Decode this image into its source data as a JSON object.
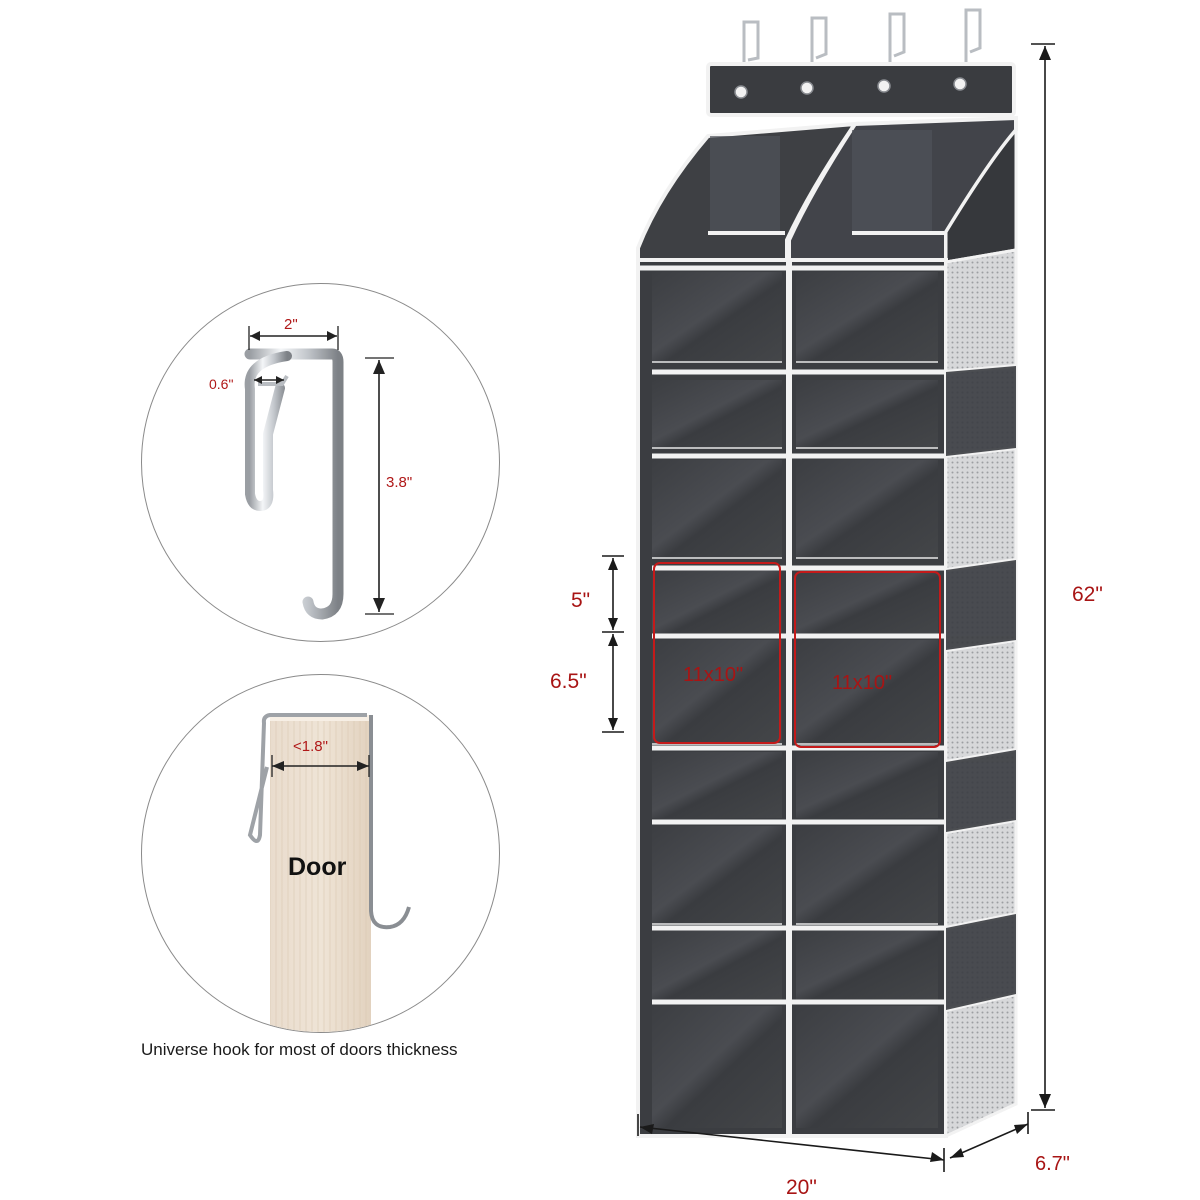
{
  "hook_detail": {
    "width_label": "2\"",
    "gap_label": "0.6\"",
    "height_label": "3.8\""
  },
  "door_detail": {
    "thickness_label": "<1.8\"",
    "door_label": "Door"
  },
  "caption": "Universe hook for most of doors thickness",
  "organizer": {
    "height_label": "62\"",
    "width_label": "20\"",
    "depth_label": "6.7\"",
    "small_pocket_label": "5\"",
    "large_pocket_label": "6.5\"",
    "left_pocket_size": "11x10\"",
    "right_pocket_size": "11x10\""
  },
  "colors": {
    "fabric": "#3d3f43",
    "trim": "#ffffff",
    "highlight": "#c41a1a",
    "dimension_text": "#a81414"
  }
}
